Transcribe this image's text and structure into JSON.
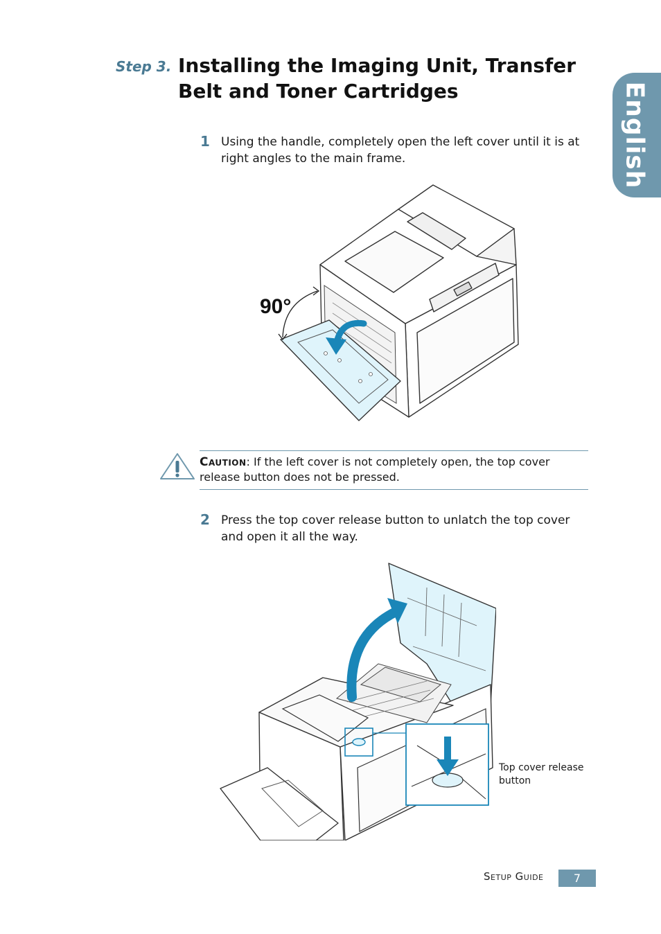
{
  "header": {
    "step_label": "Step 3.",
    "title": "Installing the Imaging Unit, Transfer Belt and Toner Cartridges"
  },
  "side_tab": {
    "label": "English",
    "color": "#6f98ad"
  },
  "steps": [
    {
      "number": "1",
      "text": "Using the handle, completely open the left cover until it is at right angles to the main frame."
    },
    {
      "number": "2",
      "text": "Press the top cover release button to unlatch the top cover and open it all the way."
    }
  ],
  "figure1": {
    "angle_label": "90°",
    "icon": "printer-left-cover-open-illustration"
  },
  "caution": {
    "heading": "Caution",
    "text": ": If the left cover is not completely open, the top cover release button does not be pressed.",
    "icon": "warning-exclamation-icon"
  },
  "figure2": {
    "callout": "Top cover release button",
    "icon": "printer-top-cover-open-illustration"
  },
  "footer": {
    "label": "Setup Guide",
    "page_number": "7"
  },
  "colors": {
    "accent": "#6f98ad",
    "illustration_fill": "#dff4fb",
    "arrow": "#1a86b8"
  }
}
